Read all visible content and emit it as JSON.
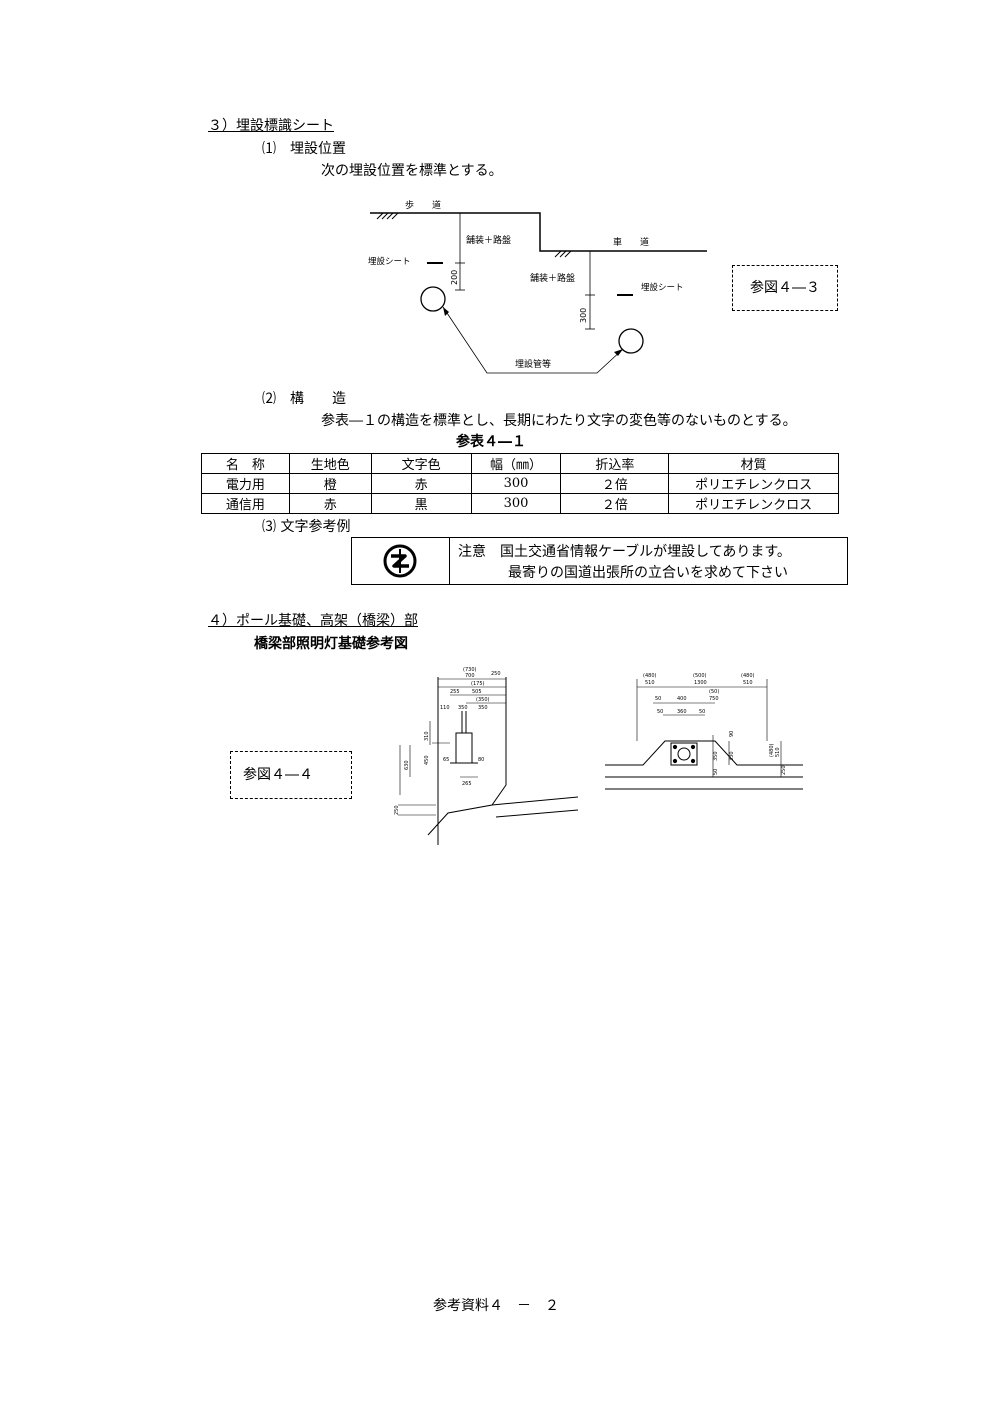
{
  "section3": {
    "heading": "３）埋設標識シート",
    "sub1": "⑴　埋設位置",
    "sub1_text": "次の埋設位置を標準とする。",
    "diagram1": {
      "sidewalk": "歩　　道",
      "roadway": "車　　道",
      "pave1": "舗装＋路盤",
      "pave2": "舗装＋路盤",
      "sheet_left": "埋設シート",
      "sheet_right": "埋設シート",
      "dim_200": "200",
      "dim_300": "300",
      "pipes": "埋設管等"
    },
    "ref_fig": "参図４―３",
    "sub2": "⑵　構　　造",
    "sub2_text": "参表―１の構造を標準とし、長期にわたり文字の変色等のないものとする。",
    "table_title": "参表４―１",
    "table": {
      "headers": [
        "名　称",
        "生地色",
        "文字色",
        "幅（㎜）",
        "折込率",
        "材質"
      ],
      "rows": [
        [
          "電力用",
          "橙",
          "赤",
          "300",
          "２倍",
          "ポリエチレンクロス"
        ],
        [
          "通信用",
          "赤",
          "黒",
          "300",
          "２倍",
          "ポリエチレンクロス"
        ]
      ]
    },
    "sub3": "⑶ 文字参考例",
    "warning_line1": "注意　国土交通省情報ケーブルが埋設してあります。",
    "warning_line2": "最寄りの国道出張所の立合いを求めて下さい"
  },
  "section4": {
    "heading": "４）ポール基礎、高架（橋梁）部",
    "subtitle": "橋梁部照明灯基礎参考図",
    "ref_fig": "参図４―４",
    "drawing1": {
      "d730": "(730)",
      "d700": "700",
      "d250": "250",
      "d175": "(175)",
      "d255": "255",
      "d505": "505",
      "d350p": "(350)",
      "d350": "350",
      "d110": "110",
      "d350b": "350",
      "d310": "310",
      "d630": "630",
      "d450": "450",
      "d65": "65",
      "d80": "80",
      "d265": "265",
      "d250b": "250"
    },
    "drawing2": {
      "d480a": "(480)",
      "d510a": "510",
      "d500": "(500)",
      "d1300": "1300",
      "d480b": "(480)",
      "d510b": "510",
      "d50a": "(50)",
      "d750": "750",
      "d50": "50",
      "d400": "400",
      "d50b": "50",
      "d360": "360",
      "d50c": "50",
      "d90": "90",
      "d350": "350",
      "d330": "330",
      "d480c": "(480)",
      "d510c": "510",
      "d250": "250",
      "d50d": "50"
    }
  },
  "footer": "参考資料４　－　２"
}
